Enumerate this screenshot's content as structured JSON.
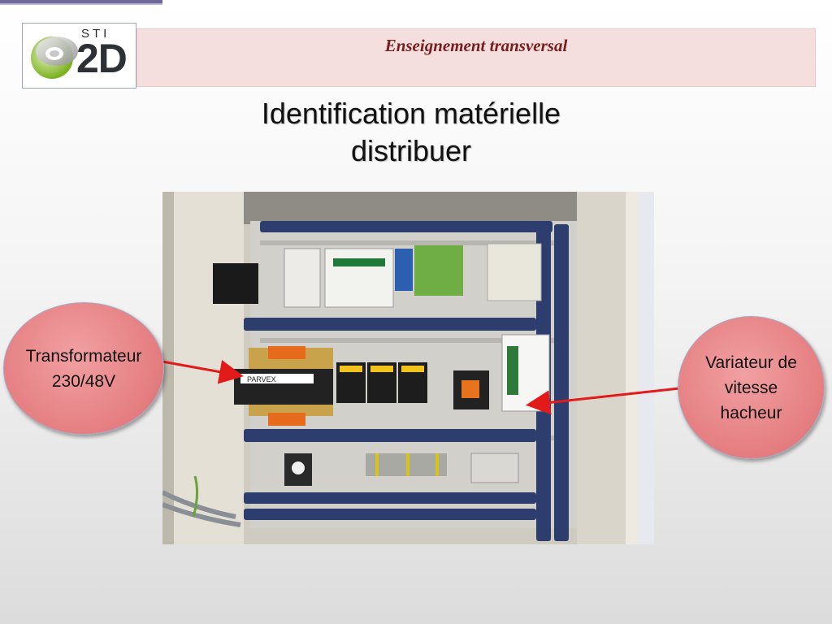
{
  "header": {
    "banner_text": "Enseignement  transversal",
    "logo": {
      "label_top": "STI",
      "label_main": "2D"
    }
  },
  "title": {
    "line1": "Identification matérielle",
    "line2": "distribuer"
  },
  "photo": {
    "device_label": "PARVEX"
  },
  "callouts": {
    "left": {
      "line1": "Transformateur",
      "line2": "230/48V"
    },
    "right": {
      "line1": "Variateur de",
      "line2": "vitesse",
      "line3": "hacheur"
    }
  },
  "colors": {
    "banner_bg": "#f4dede",
    "banner_text": "#7b1d1d",
    "bubble_fill": "#e47d80",
    "arrow": "#e21a1a",
    "cabinet_rail": "#2d3e6e"
  }
}
